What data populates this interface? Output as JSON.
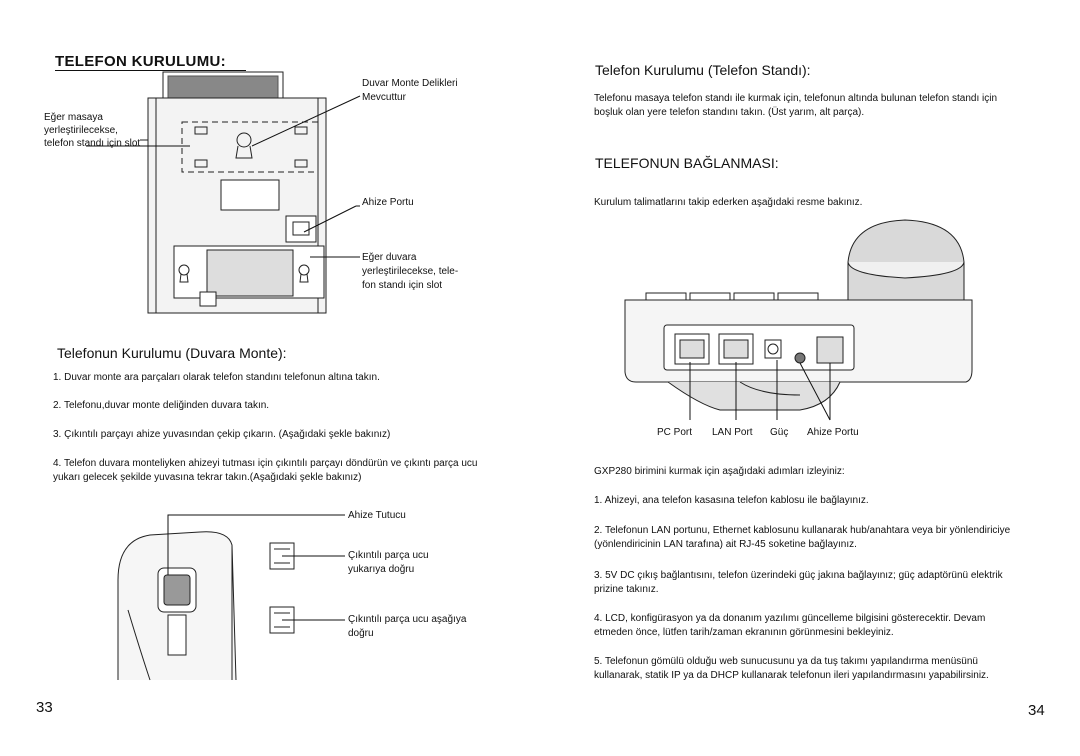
{
  "left_page": {
    "heading": "TELEFON KURULUMU:",
    "fig1": {
      "label_desk_slot": "Eğer masaya yerleştirilecekse, telefon standı için slot",
      "label_wall_holes_1": "Duvar Monte Delikleri",
      "label_wall_holes_2": "Mevcuttur",
      "label_handset_port": "Ahize Portu",
      "label_wall_slot_1": "Eğer duvara",
      "label_wall_slot_2": "yerleştirilecekse, tele-",
      "label_wall_slot_3": "fon standı için slot"
    },
    "wall_heading": "Telefonun Kurulumu (Duvara Monte):",
    "steps": [
      "1. Duvar monte ara parçaları olarak telefon standını telefonun altına takın.",
      "2. Telefonu,duvar monte deliğinden duvara takın.",
      "3. Çıkıntılı parçayı ahize yuvasından çekip çıkarın. (Aşağıdaki şekle bakınız)",
      "4. Telefon duvara monteliyken ahizeyi tutması için çıkıntılı parçayı   döndürün ve çıkıntı parça ucu yukarı gelecek şekilde yuvasına tekrar takın.(Aşağıdaki şekle bakınız)"
    ],
    "fig2": {
      "label_handset_holder": "Ahize Tutucu",
      "label_tab_up_1": "Çıkıntılı parça ucu",
      "label_tab_up_2": "yukarıya doğru",
      "label_tab_down_1": "Çıkıntılı parça ucu aşağıya",
      "label_tab_down_2": "doğru"
    },
    "page_number": "33"
  },
  "right_page": {
    "stand_heading": "Telefon Kurulumu (Telefon Standı):",
    "stand_text": "Telefonu masaya telefon standı ile kurmak için, telefonun altında bulunan telefon standı için boşluk olan yere telefon standını takın. (Üst yarım, alt parça).",
    "connect_heading": "TELEFONUN BAĞLANMASI:",
    "connect_intro": "Kurulum talimatlarını takip ederken aşağıdaki resme bakınız.",
    "fig3": {
      "port_labels": [
        "PC Port",
        "LAN Port",
        "Güç",
        "Ahize Portu"
      ]
    },
    "steps_intro": "GXP280 birimini kurmak için aşağıdaki adımları izleyiniz:",
    "steps": [
      "1. Ahizeyi, ana telefon kasasına telefon kablosu ile bağlayınız.",
      "2. Telefonun LAN portunu, Ethernet kablosunu kullanarak hub/anahtara veya bir yönlendiriciye (yönlendiricinin LAN tarafına) ait RJ-45 soketine bağlayınız.",
      "3. 5V DC çıkış bağlantısını, telefon üzerindeki güç jakına bağlayınız; güç adaptörünü elektrik prizine takınız.",
      "4. LCD, konfigürasyon ya da donanım yazılımı güncelleme bilgisini gösterecektir. Devam etmeden önce, lütfen tarih/zaman ekranının görünmesini bekleyiniz.",
      "5. Telefonun gömülü olduğu web sunucusunu ya da tuş takımı yapılandırma menüsünü kullanarak, statik IP ya da DHCP kullanarak telefonun ileri yapılandırmasını yapabilirsiniz."
    ],
    "page_number": "34"
  }
}
